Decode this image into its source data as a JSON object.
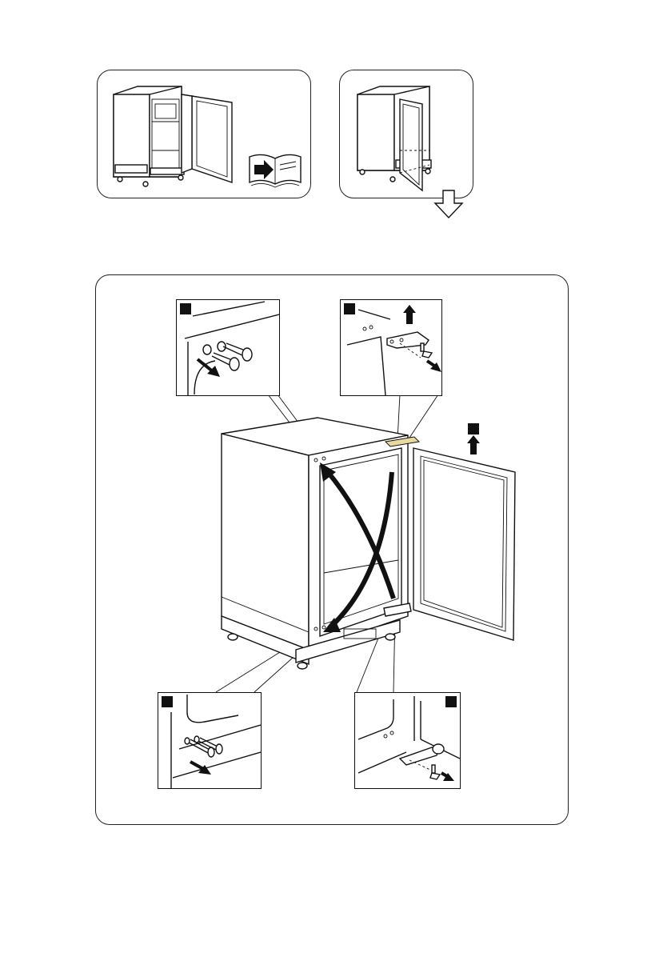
{
  "steps": [
    {
      "id": "step-1",
      "icons": [
        "appliance-door-open",
        "see-manual-book-icon"
      ]
    },
    {
      "id": "step-2",
      "icons": [
        "appliance-door-open-dashed-hinge",
        "down-arrow-icon"
      ]
    }
  ],
  "main_panel": {
    "insets": [
      "top-left-pins",
      "top-right-hinge",
      "bottom-left-pins",
      "bottom-right-hinge"
    ],
    "arrows": [
      "swap-curved-arrows",
      "lift-door-up-arrow"
    ]
  },
  "colors": {
    "line": "#111111",
    "hinge_highlight": "#e8d9a0",
    "background": "#ffffff"
  }
}
